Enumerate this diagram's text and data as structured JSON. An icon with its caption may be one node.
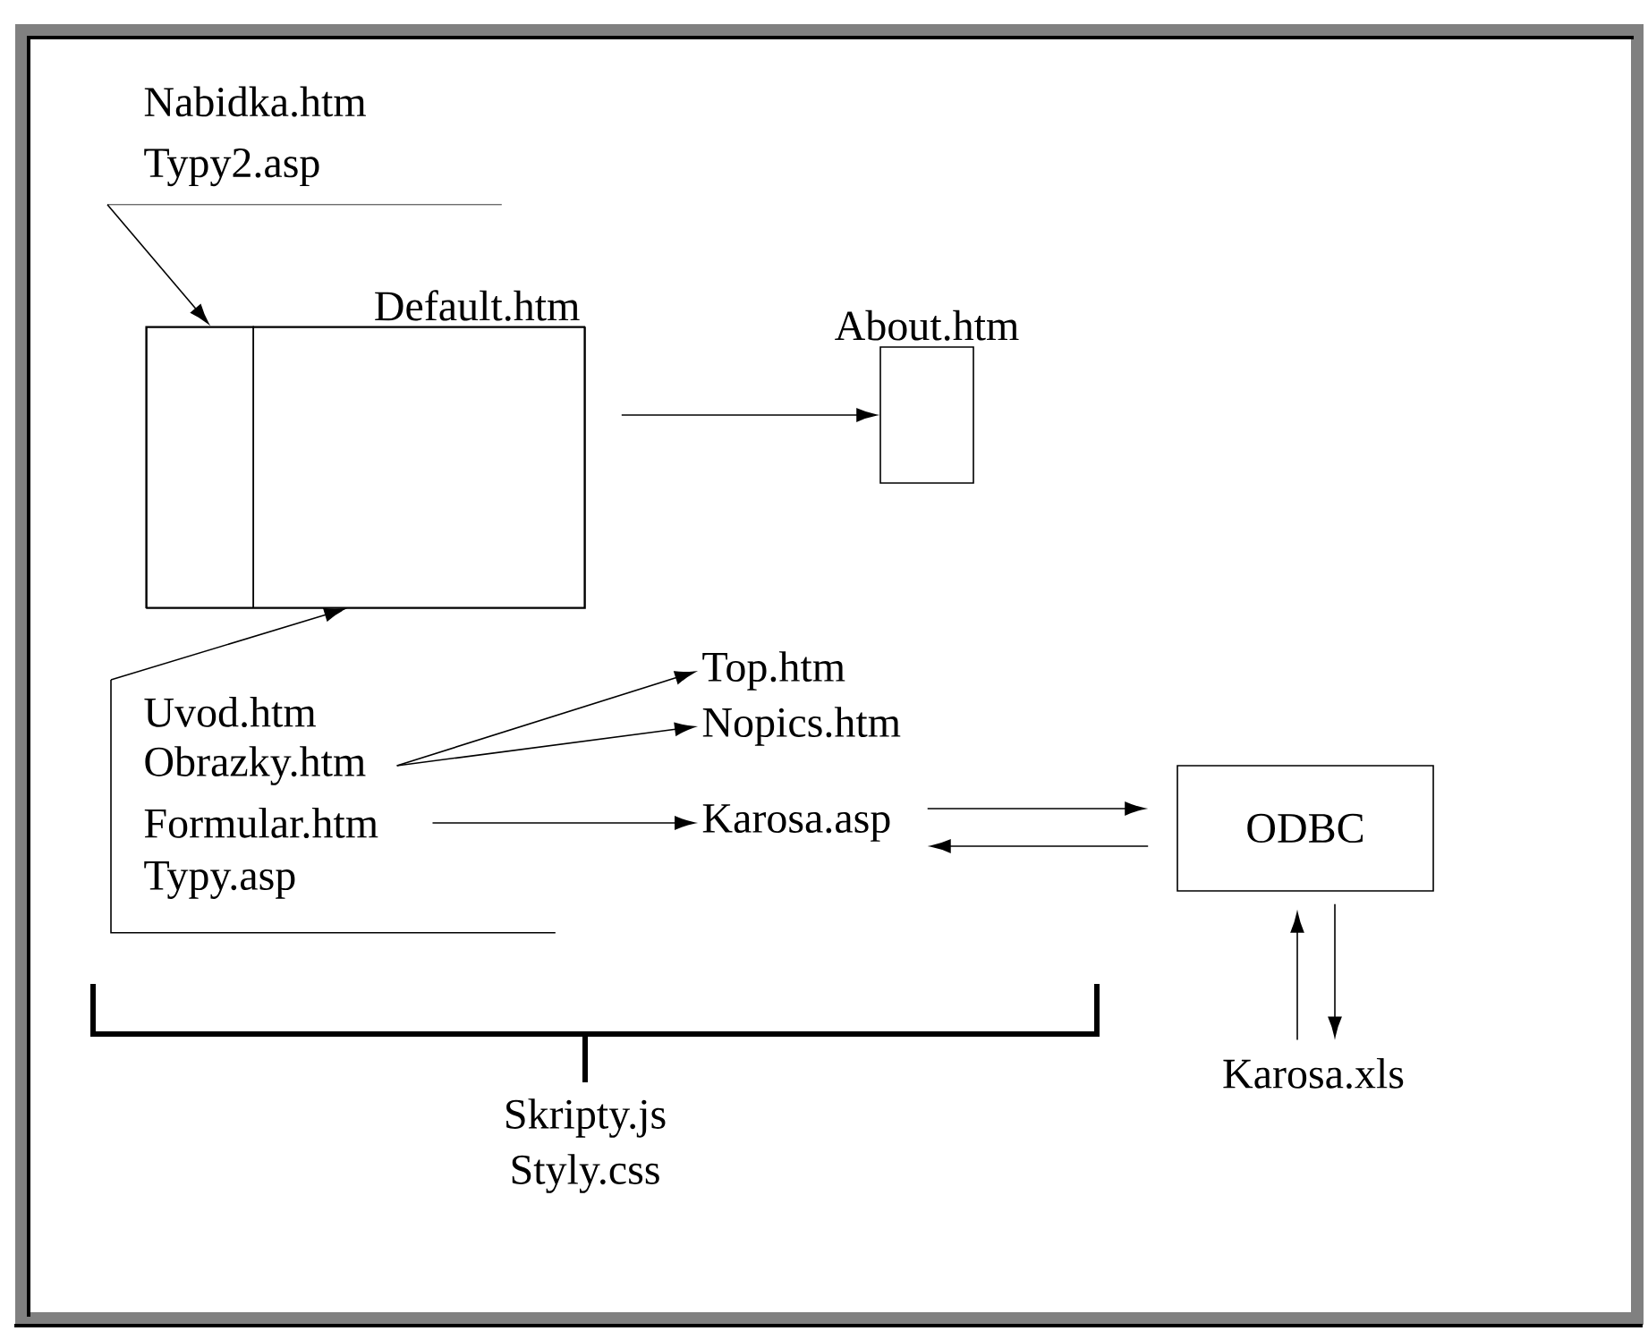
{
  "diagram": {
    "nodes": [
      {
        "text": [
          "Nabidka.htm",
          "Typy2.asp"
        ]
      },
      {
        "text": [
          "Default.htm"
        ]
      },
      {
        "text": [],
        "shape": "box",
        "in": 1
      },
      {
        "text": [],
        "shape": "box",
        "in": 1
      },
      {
        "text": [
          "About.htm"
        ]
      },
      {
        "text": [],
        "shape": "bracket"
      },
      {
        "text": [
          "Uvod.htm"
        ],
        "in": 5
      },
      {
        "text": [
          "Obrazky.htm"
        ],
        "in": 5
      },
      {
        "text": [
          "Formular.htm"
        ],
        "in": 5
      },
      {
        "text": [
          "Typy.asp"
        ],
        "in": 5
      },
      {
        "text": [
          "Top.htm"
        ]
      },
      {
        "text": [
          "Nopics.htm"
        ]
      },
      {
        "text": [
          "Karosa.asp"
        ]
      },
      {
        "text": [
          "ODBC"
        ]
      },
      {
        "text": [
          "Karosa.xls"
        ]
      }
    ],
    "edges": [
      {
        "from": 0,
        "to": 2,
        "arrow": "to"
      },
      {
        "from": 5,
        "to": 3,
        "arrow": "to"
      },
      {
        "from": 1,
        "to": 4,
        "arrow": "to"
      },
      {
        "from": 7,
        "to": 10,
        "arrow": "to"
      },
      {
        "from": 7,
        "to": 11,
        "arrow": "to"
      },
      {
        "from": 8,
        "to": 12,
        "arrow": "to"
      },
      {
        "from": 12,
        "to": 13,
        "arrow": "to"
      },
      {
        "from": 13,
        "to": 12,
        "arrow": "to"
      },
      {
        "from": 14,
        "to": 13,
        "arrow": "to"
      },
      {
        "from": 13,
        "to": 14,
        "arrow": "to"
      }
    ],
    "labels": [
      "Skripty.js",
      "Styly.css"
    ]
  }
}
